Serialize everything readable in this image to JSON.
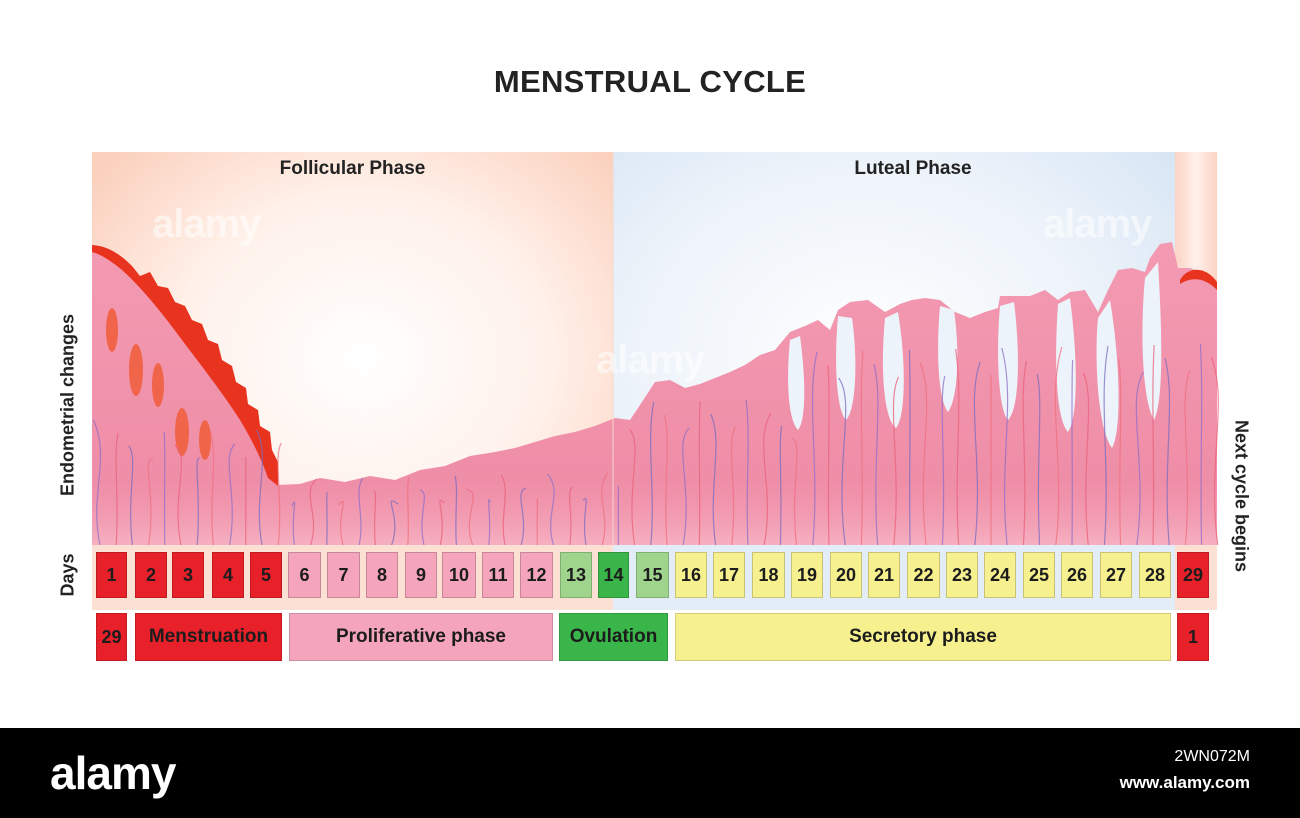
{
  "title": "MENSTRUAL CYCLE",
  "phases": {
    "follicular": "Follicular Phase",
    "luteal": "Luteal Phase"
  },
  "side_labels": {
    "endometrial": "Endometrial changes",
    "days": "Days",
    "next_cycle": "Next cycle begins"
  },
  "days": [
    {
      "label": "1",
      "stage": "menstruation"
    },
    {
      "label": "2",
      "stage": "menstruation"
    },
    {
      "label": "3",
      "stage": "menstruation"
    },
    {
      "label": "4",
      "stage": "menstruation"
    },
    {
      "label": "5",
      "stage": "menstruation"
    },
    {
      "label": "6",
      "stage": "proliferative"
    },
    {
      "label": "7",
      "stage": "proliferative"
    },
    {
      "label": "8",
      "stage": "proliferative"
    },
    {
      "label": "9",
      "stage": "proliferative"
    },
    {
      "label": "10",
      "stage": "proliferative"
    },
    {
      "label": "11",
      "stage": "proliferative"
    },
    {
      "label": "12",
      "stage": "proliferative"
    },
    {
      "label": "13",
      "stage": "ovulation-light"
    },
    {
      "label": "14",
      "stage": "ovulation"
    },
    {
      "label": "15",
      "stage": "ovulation-light"
    },
    {
      "label": "16",
      "stage": "secretory"
    },
    {
      "label": "17",
      "stage": "secretory"
    },
    {
      "label": "18",
      "stage": "secretory"
    },
    {
      "label": "19",
      "stage": "secretory"
    },
    {
      "label": "20",
      "stage": "secretory"
    },
    {
      "label": "21",
      "stage": "secretory"
    },
    {
      "label": "22",
      "stage": "secretory"
    },
    {
      "label": "23",
      "stage": "secretory"
    },
    {
      "label": "24",
      "stage": "secretory"
    },
    {
      "label": "25",
      "stage": "secretory"
    },
    {
      "label": "26",
      "stage": "secretory"
    },
    {
      "label": "27",
      "stage": "secretory"
    },
    {
      "label": "28",
      "stage": "secretory"
    },
    {
      "label": "29",
      "stage": "menstruation"
    }
  ],
  "stages": [
    {
      "label": "29",
      "stage": "menstruation"
    },
    {
      "label": "Menstruation",
      "stage": "menstruation"
    },
    {
      "label": "Proliferative phase",
      "stage": "proliferative"
    },
    {
      "label": "Ovulation",
      "stage": "ovulation"
    },
    {
      "label": "Secretory phase",
      "stage": "secretory"
    },
    {
      "label": "1",
      "stage": "menstruation"
    }
  ],
  "colors": {
    "menstruation": "#e8202a",
    "proliferative": "#f4a4bb",
    "ovulation": "#3ab54a",
    "ovulation-light": "#9fd48d",
    "secretory": "#f6f08f",
    "tissue": "#f28aa5",
    "blood": "#e8331f",
    "follicular_bg": "#fbd3c3",
    "luteal_bg": "#dce9f6"
  },
  "watermark": {
    "brand": "alamy",
    "image_id": "2WN072M",
    "site": "www.alamy.com"
  }
}
